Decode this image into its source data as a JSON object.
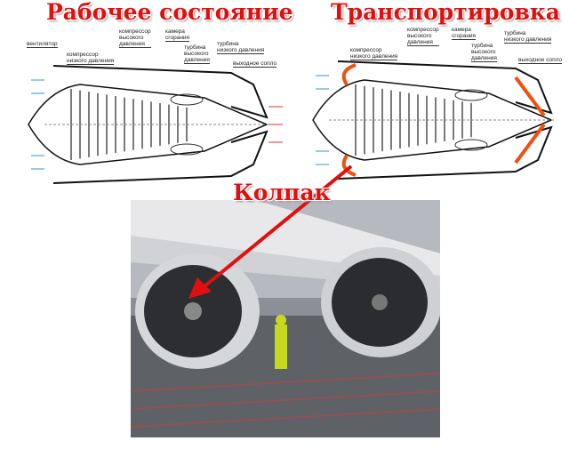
{
  "titles": {
    "left": "Рабочее состояние",
    "right": "Транспортировка",
    "cap": "Колпак"
  },
  "left_labels": {
    "fan": "вентилятор",
    "lpc": "компрессор\nнизкого давления",
    "hpc": "компрессор\nвысокого\nдавления",
    "chamber": "камера\nсгорания",
    "hpt": "турбина\nвысокого\nдавления",
    "lpt": "турбина\nнизкого давления",
    "nozzle": "выходное сопло"
  },
  "right_labels": {
    "lpc": "компрессор\nнизкого давления",
    "hpc": "компрессор\nвысокого\nдавления",
    "chamber": "камера\nсгорания",
    "hpt": "турбина\nвысокого\nдавления",
    "lpt": "турбина\nнизкого давления",
    "nozzle": "выходное сопло"
  },
  "colors": {
    "title": "#e01010",
    "airflow": "#3a8fd8",
    "exhaust": "#e03030",
    "cap": "#f05010",
    "arrow": "#e01010"
  }
}
